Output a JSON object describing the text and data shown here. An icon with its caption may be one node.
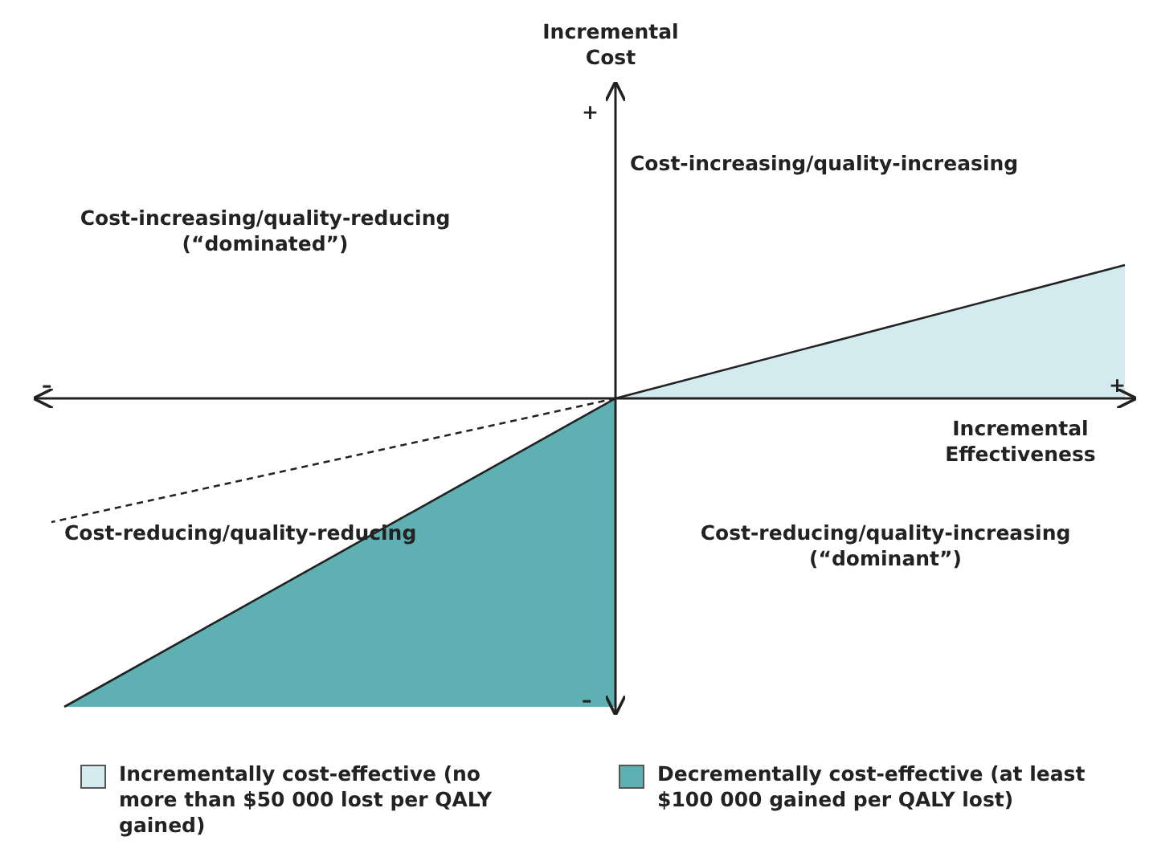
{
  "diagram": {
    "labels": [
      "Incremental Cost",
      "+",
      "Cost-increasing/quality-increasing",
      "Cost-increasing/quality-reducing (“dominated”)",
      "–",
      "+",
      "Incremental Effectiveness",
      "Cost-reducing/quality-reducing",
      "Cost-reducing/quality-increasing (“dominant”)",
      "–"
    ],
    "legend": [
      {
        "text": "Incrementally cost-effective (no more than $50 000 lost per QALY gained)",
        "color": "#d3ebee"
      },
      {
        "text": "Decrementally cost-effective (at least $100 000 gained per QALY lost)",
        "color": "#5fb0b2"
      }
    ]
  }
}
